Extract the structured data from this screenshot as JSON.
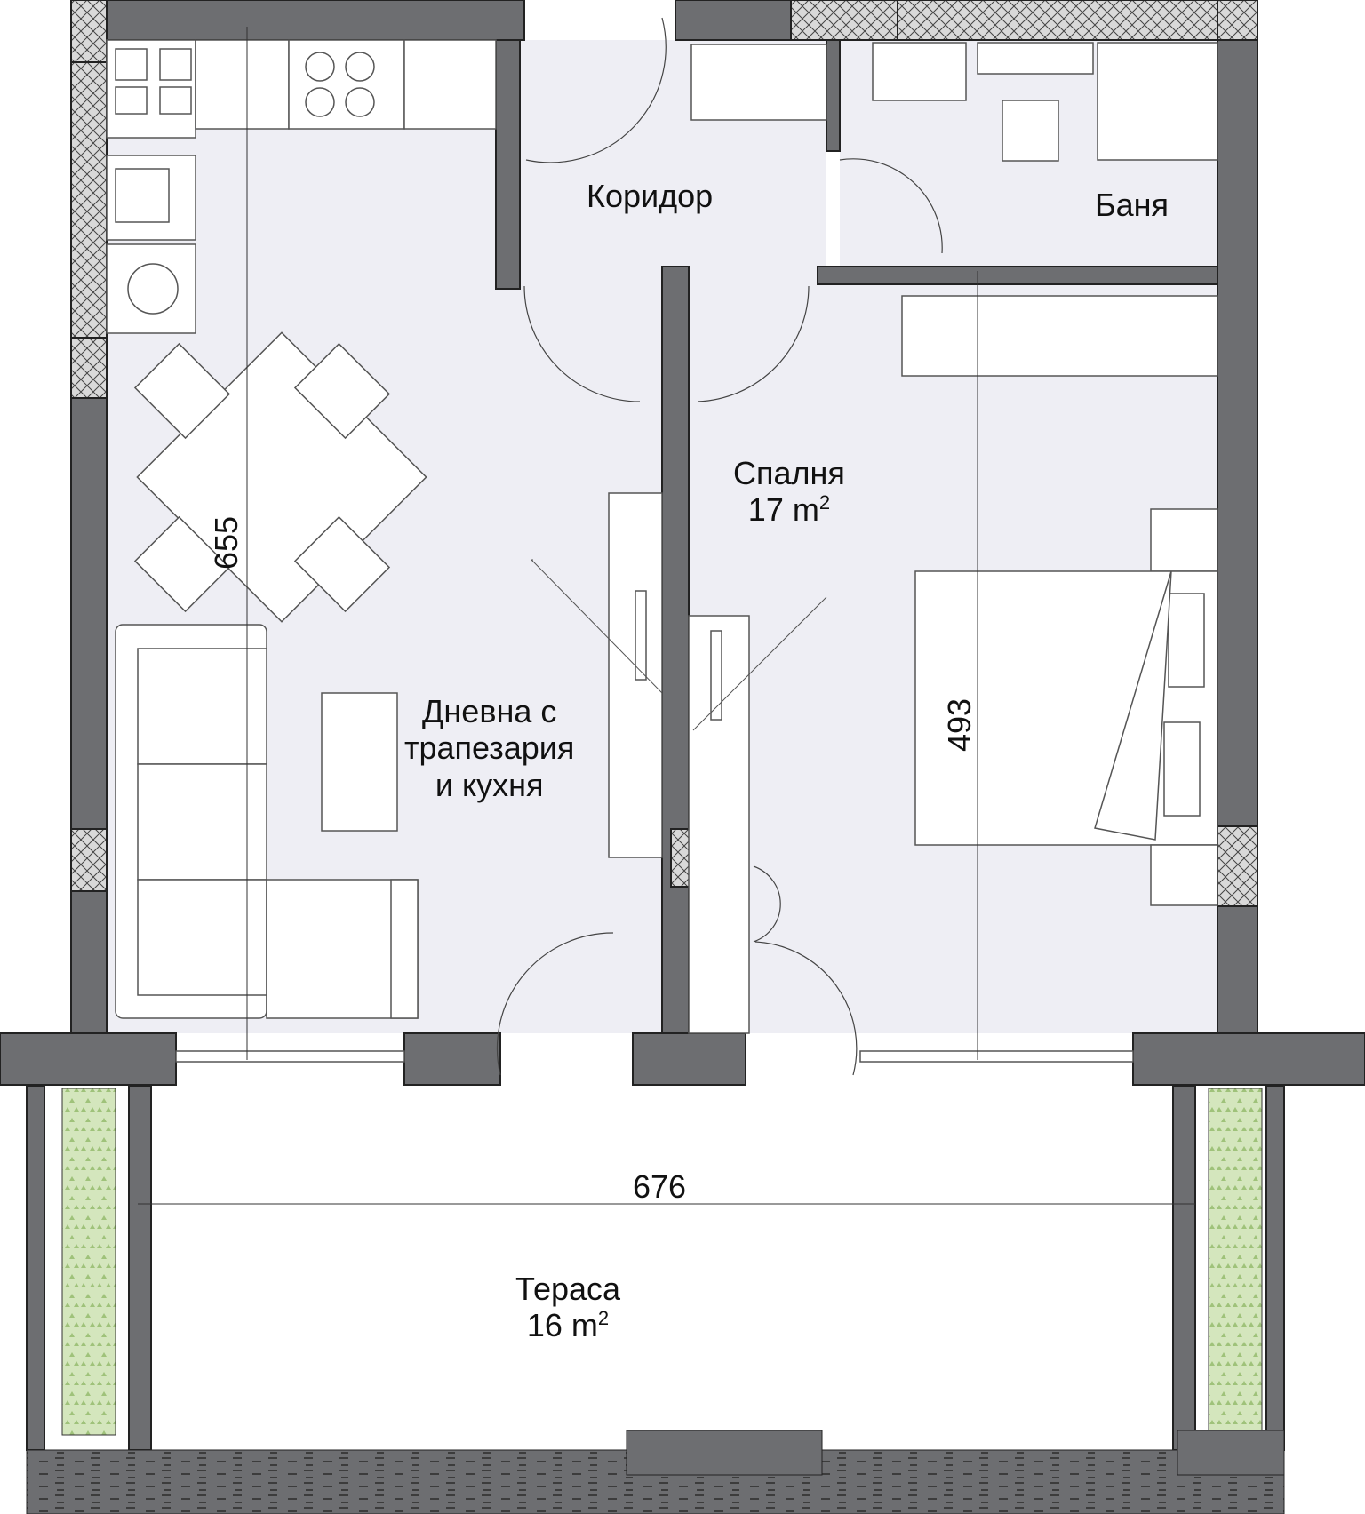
{
  "rooms": {
    "corridor": {
      "name": "Коридор"
    },
    "bathroom": {
      "name": "Баня"
    },
    "bedroom": {
      "name": "Спалня",
      "area_value": "17 m",
      "area_unit_sup": "2"
    },
    "living": {
      "line1": "Дневна с",
      "line2": "трапезария",
      "line3": "и кухня"
    },
    "terrace": {
      "name": "Тераса",
      "area_value": "16 m",
      "area_unit_sup": "2"
    }
  },
  "dimensions": {
    "living_length": "655",
    "bedroom_length": "493",
    "terrace_width": "676"
  },
  "colors": {
    "wall": "#6d6e71",
    "floor": "#eeeef4",
    "terrace_floor": "#ffffff",
    "planter": "#cfe3b4",
    "hatch": "#4a4a4a"
  }
}
